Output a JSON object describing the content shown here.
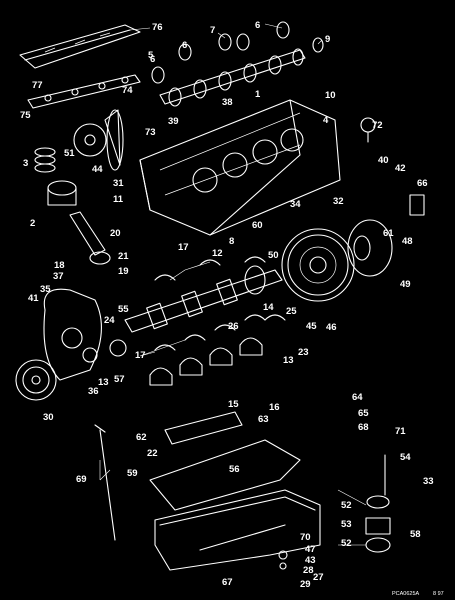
{
  "figure": {
    "code": "PCA0625A",
    "date": "8 97"
  },
  "callouts": [
    {
      "id": "c76",
      "label": "76"
    },
    {
      "id": "c6a",
      "label": "6"
    },
    {
      "id": "c7",
      "label": "7"
    },
    {
      "id": "c6b",
      "label": "6"
    },
    {
      "id": "c6c",
      "label": "6"
    },
    {
      "id": "c9",
      "label": "9"
    },
    {
      "id": "c5",
      "label": "5"
    },
    {
      "id": "c77",
      "label": "77"
    },
    {
      "id": "c75",
      "label": "75"
    },
    {
      "id": "c74",
      "label": "74"
    },
    {
      "id": "c38",
      "label": "38"
    },
    {
      "id": "c1",
      "label": "1"
    },
    {
      "id": "c10",
      "label": "10"
    },
    {
      "id": "c72",
      "label": "72"
    },
    {
      "id": "c73",
      "label": "73"
    },
    {
      "id": "c39",
      "label": "39"
    },
    {
      "id": "c4",
      "label": "4"
    },
    {
      "id": "c3",
      "label": "3"
    },
    {
      "id": "c51",
      "label": "51"
    },
    {
      "id": "c44",
      "label": "44"
    },
    {
      "id": "c31",
      "label": "31"
    },
    {
      "id": "c40",
      "label": "40"
    },
    {
      "id": "c42",
      "label": "42"
    },
    {
      "id": "c66",
      "label": "66"
    },
    {
      "id": "c11",
      "label": "11"
    },
    {
      "id": "c2",
      "label": "2"
    },
    {
      "id": "c34",
      "label": "34"
    },
    {
      "id": "c32",
      "label": "32"
    },
    {
      "id": "c60",
      "label": "60"
    },
    {
      "id": "c61",
      "label": "61"
    },
    {
      "id": "c48",
      "label": "48"
    },
    {
      "id": "c20",
      "label": "20"
    },
    {
      "id": "c8",
      "label": "8"
    },
    {
      "id": "c17a",
      "label": "17"
    },
    {
      "id": "c12",
      "label": "12"
    },
    {
      "id": "c50",
      "label": "50"
    },
    {
      "id": "c21",
      "label": "21"
    },
    {
      "id": "c18",
      "label": "18"
    },
    {
      "id": "c19",
      "label": "19"
    },
    {
      "id": "c37",
      "label": "37"
    },
    {
      "id": "c49",
      "label": "49"
    },
    {
      "id": "c35",
      "label": "35"
    },
    {
      "id": "c41",
      "label": "41"
    },
    {
      "id": "c55",
      "label": "55"
    },
    {
      "id": "c24",
      "label": "24"
    },
    {
      "id": "c14",
      "label": "14"
    },
    {
      "id": "c25",
      "label": "25"
    },
    {
      "id": "c45",
      "label": "45"
    },
    {
      "id": "c46",
      "label": "46"
    },
    {
      "id": "c26",
      "label": "26"
    },
    {
      "id": "c23",
      "label": "23"
    },
    {
      "id": "c17b",
      "label": "17"
    },
    {
      "id": "c36",
      "label": "36"
    },
    {
      "id": "c13a",
      "label": "13"
    },
    {
      "id": "c57",
      "label": "57"
    },
    {
      "id": "c13b",
      "label": "13"
    },
    {
      "id": "c30",
      "label": "30"
    },
    {
      "id": "c15",
      "label": "15"
    },
    {
      "id": "c16",
      "label": "16"
    },
    {
      "id": "c64",
      "label": "64"
    },
    {
      "id": "c65",
      "label": "65"
    },
    {
      "id": "c63",
      "label": "63"
    },
    {
      "id": "c68",
      "label": "68"
    },
    {
      "id": "c62",
      "label": "62"
    },
    {
      "id": "c22",
      "label": "22"
    },
    {
      "id": "c71",
      "label": "71"
    },
    {
      "id": "c54",
      "label": "54"
    },
    {
      "id": "c56",
      "label": "56"
    },
    {
      "id": "c69",
      "label": "69"
    },
    {
      "id": "c59",
      "label": "59"
    },
    {
      "id": "c33",
      "label": "33"
    },
    {
      "id": "c52a",
      "label": "52"
    },
    {
      "id": "c53",
      "label": "53"
    },
    {
      "id": "c58",
      "label": "58"
    },
    {
      "id": "c52b",
      "label": "52"
    },
    {
      "id": "c70",
      "label": "70"
    },
    {
      "id": "c47",
      "label": "47"
    },
    {
      "id": "c43",
      "label": "43"
    },
    {
      "id": "c28",
      "label": "28"
    },
    {
      "id": "c27",
      "label": "27"
    },
    {
      "id": "c67",
      "label": "67"
    },
    {
      "id": "c29",
      "label": "29"
    }
  ]
}
